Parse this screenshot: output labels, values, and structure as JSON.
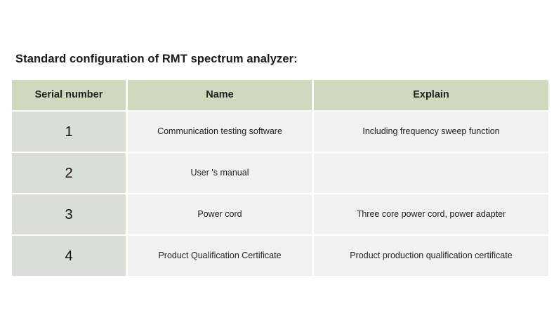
{
  "page": {
    "title": "Standard configuration of RMT spectrum analyzer:",
    "background_color": "#ffffff"
  },
  "colors": {
    "header_green": "#ced9bd",
    "serial_cell_gray": "#dbded6",
    "body_cell_gray": "#f1f1f1",
    "text_dark": "#222222"
  },
  "table": {
    "name": "standard-configuration-table",
    "columns": [
      {
        "key": "serial",
        "label": "Serial number"
      },
      {
        "key": "name",
        "label": "Name"
      },
      {
        "key": "explain",
        "label": "Explain"
      }
    ],
    "rows": [
      {
        "serial": "1",
        "name": "Communication testing software",
        "explain": "Including frequency sweep function"
      },
      {
        "serial": "2",
        "name": "User 's manual",
        "explain": ""
      },
      {
        "serial": "3",
        "name": "Power cord",
        "explain": "Three core power cord, power adapter"
      },
      {
        "serial": "4",
        "name": "Product Qualification Certificate",
        "explain": "Product production qualification certificate"
      }
    ]
  }
}
